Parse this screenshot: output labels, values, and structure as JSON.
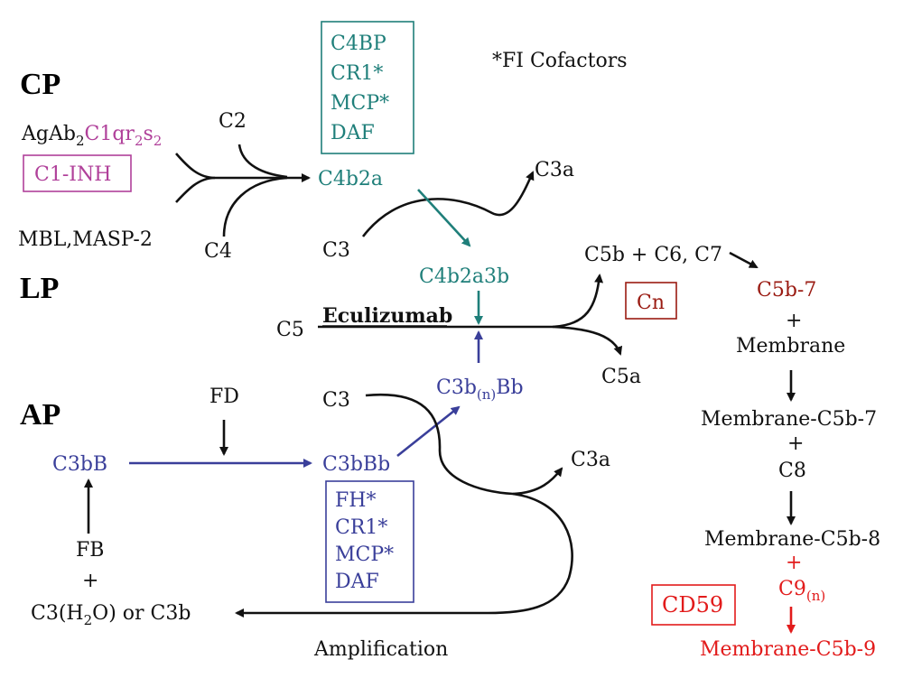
{
  "colors": {
    "black": "#111111",
    "teal": "#1f7f7a",
    "magenta": "#b0409a",
    "blue": "#3a3f9a",
    "darkred": "#9a1b12",
    "red": "#e21b1b"
  },
  "pathways": {
    "cp": "CP",
    "lp": "LP",
    "ap": "AP"
  },
  "cofactor_note": "*FI Cofactors",
  "classical": {
    "initiator_main": "AgAb",
    "initiator_sub1": "2",
    "initiator_c1": "C1qr",
    "initiator_sub2": "2",
    "initiator_s": "s",
    "initiator_sub3": "2",
    "inhibitor": "C1-INH",
    "lectin_initiator": "MBL,MASP-2",
    "c2": "C2",
    "c4": "C4",
    "c3_convertase": "C4b2a",
    "c3_input": "C3",
    "c3a_output": "C3a",
    "c5_convertase": "C4b2a3b",
    "regulators": [
      "C4BP",
      "CR1*",
      "MCP*",
      "DAF"
    ]
  },
  "terminal": {
    "c5": "C5",
    "drug": "Eculizumab",
    "c5a": "C5a",
    "c5b_complex": "C5b + C6, C7",
    "cn": "Cn",
    "c5b7": "C5b-7",
    "plus1": "+",
    "membrane": "Membrane",
    "membrane_c5b7": "Membrane-C5b-7",
    "plus2": "+",
    "c8": "C8",
    "membrane_c5b8": "Membrane-C5b-8",
    "plus3": "+",
    "c9": "C9",
    "c9_sub": "(n)",
    "cd59": "CD59",
    "mac": "Membrane-C5b-9"
  },
  "alternative": {
    "c3bb": "C3bB",
    "fd": "FD",
    "c3bbb": "C3bBb",
    "c3b_n_bb_main": "C3b",
    "c3b_n_bb_sub": "(n)",
    "c3b_n_bb_tail": "Bb",
    "c3_input": "C3",
    "c3a_output": "C3a",
    "fb": "FB",
    "plus": "+",
    "tickover_pre": "C3(H",
    "tickover_sub": "2",
    "tickover_post": "O) or C3b",
    "amplification": "Amplification",
    "regulators": [
      "FH*",
      "CR1*",
      "MCP*",
      "DAF"
    ]
  }
}
